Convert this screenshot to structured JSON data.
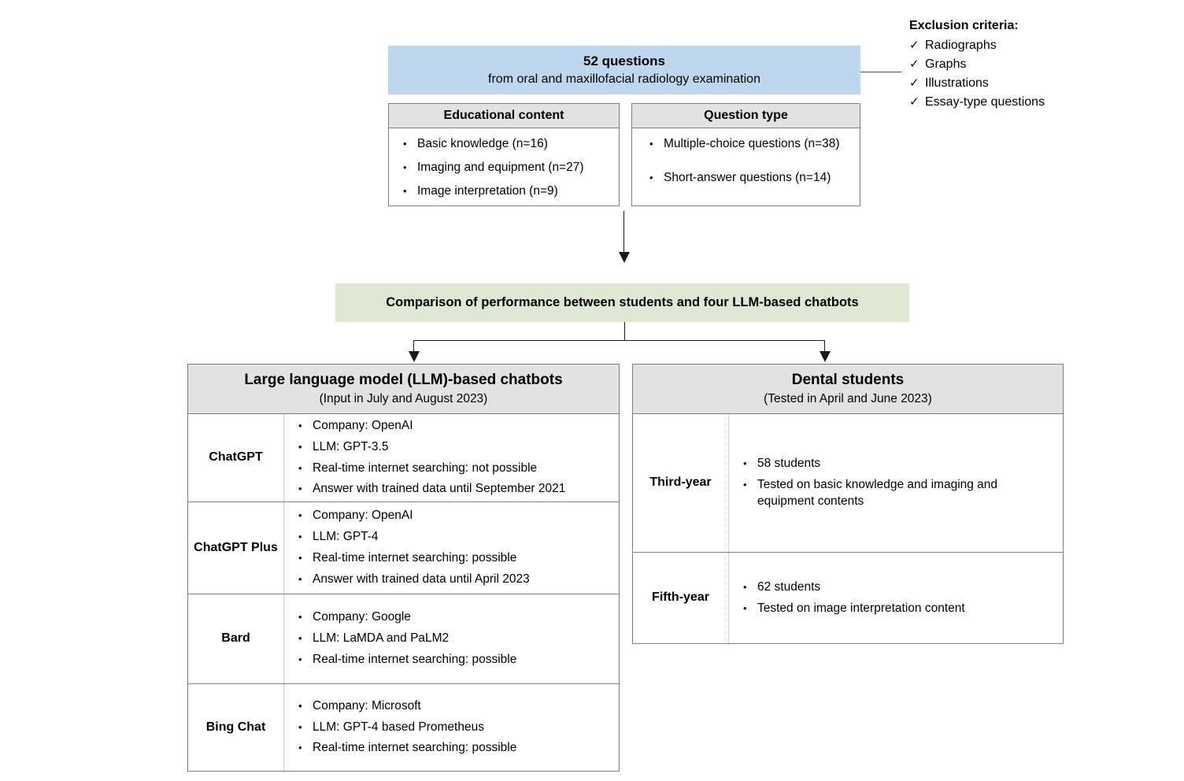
{
  "colors": {
    "blue_box": "#bed7ee",
    "green_box": "#dde9d3",
    "header_gray": "#e2e2e2",
    "border_gray": "#808080",
    "arrow": "#1a1a1a"
  },
  "source_box": {
    "title": "52 questions",
    "subtitle": "from oral and maxillofacial radiology examination"
  },
  "exclusion": {
    "title": "Exclusion criteria:",
    "check_glyph": "✓",
    "items": [
      "Radiographs",
      "Graphs",
      "Illustrations",
      "Essay-type questions"
    ]
  },
  "breakdown": [
    {
      "header": "Educational content",
      "items": [
        "Basic knowledge (n=16)",
        "Imaging and equipment (n=27)",
        "Image interpretation (n=9)"
      ]
    },
    {
      "header": "Question type",
      "items": [
        "Multiple-choice questions (n=38)",
        "Short-answer questions (n=14)"
      ]
    }
  ],
  "comparison_box": {
    "text": "Comparison of performance between students and four LLM-based chatbots"
  },
  "llm_table": {
    "title": "Large language model (LLM)-based chatbots",
    "subtitle": "(Input in July and August 2023)",
    "rows": [
      {
        "label": "ChatGPT",
        "items": [
          "Company: OpenAI",
          "LLM: GPT-3.5",
          "Real-time internet searching: not possible",
          "Answer with trained data until September 2021"
        ]
      },
      {
        "label": "ChatGPT Plus",
        "items": [
          "Company: OpenAI",
          "LLM: GPT-4",
          "Real-time internet searching: possible",
          "Answer with trained data until April 2023"
        ]
      },
      {
        "label": "Bard",
        "items": [
          "Company: Google",
          "LLM: LaMDA and PaLM2",
          "Real-time internet searching: possible"
        ]
      },
      {
        "label": "Bing Chat",
        "items": [
          "Company: Microsoft",
          "LLM: GPT-4 based Prometheus",
          "Real-time internet searching: possible"
        ]
      }
    ]
  },
  "students_table": {
    "title": "Dental students",
    "subtitle": "(Tested in April and June 2023)",
    "rows": [
      {
        "label": "Third-year",
        "items": [
          "58 students",
          "Tested on basic knowledge and imaging and equipment contents"
        ]
      },
      {
        "label": "Fifth-year",
        "items": [
          "62 students",
          "Tested on image interpretation content"
        ]
      }
    ]
  },
  "bullet_glyph": "•"
}
